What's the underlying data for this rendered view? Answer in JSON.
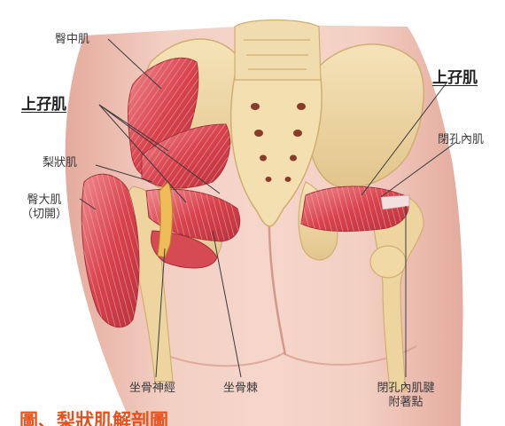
{
  "labels": {
    "gluteus_medius": "臀中肌",
    "superior_gemellus_left": "上孖肌",
    "superior_gemellus_right": "上孖肌",
    "piriformis": "梨狀肌",
    "gluteus_maximus_line1": "臀大肌",
    "gluteus_maximus_line2": "（切開）",
    "obturator_internus": "閉孔內肌",
    "sciatic_nerve": "坐骨神經",
    "ischial_spine": "坐骨棘",
    "obturator_tendon_line1": "閉孔內肌腱",
    "obturator_tendon_line2": "附著點"
  },
  "caption": "圖、梨狀肌解剖圖",
  "colors": {
    "skin": "#f0c9bd",
    "skin_shadow": "#d9a597",
    "bone": "#f2dca8",
    "bone_shadow": "#d8b778",
    "muscle": "#d94a52",
    "muscle_light": "#f09aa0",
    "nerve": "#e8b04a",
    "caption": "#e8501c"
  }
}
